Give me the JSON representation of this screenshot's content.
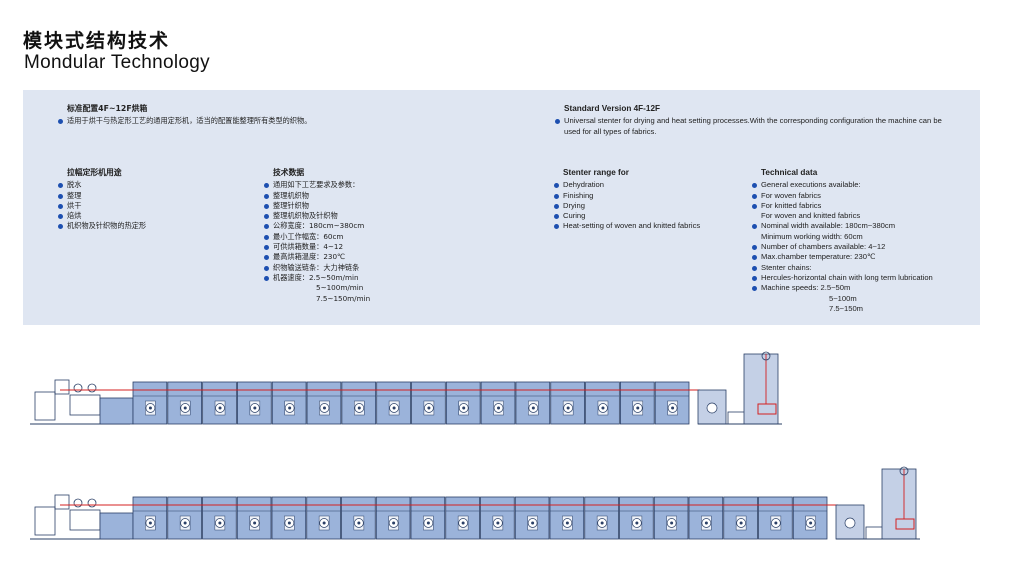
{
  "header": {
    "title_cn": "模块式结构技术",
    "title_en": "Mondular Technology"
  },
  "cn": {
    "standard": {
      "heading": "标准配置4F~12F烘箱",
      "items": [
        "适用于烘干与热定形工艺的通用定形机，适当的配置能整理所有类型的织物。"
      ]
    },
    "range": {
      "heading": "拉幅定形机用途",
      "items": [
        "脱水",
        "整理",
        "烘干",
        "焙烘",
        "机织物及针织物的热定形"
      ]
    },
    "tech": {
      "heading": "技术数据",
      "items": [
        {
          "text": "通用如下工艺要求及参数：",
          "bullet": true
        },
        {
          "text": "整理机织物",
          "bullet": true
        },
        {
          "text": "整理针织物",
          "bullet": true
        },
        {
          "text": "整理机织物及针织物",
          "bullet": true
        },
        {
          "text": "公称宽度：180cm~380cm",
          "bullet": true
        },
        {
          "text": "最小工作幅宽：60cm",
          "bullet": true
        },
        {
          "text": "可供烘箱数量：4~12",
          "bullet": true
        },
        {
          "text": "最高烘箱温度：230℃",
          "bullet": true
        },
        {
          "text": "织物输送链条：大力神链条",
          "bullet": true
        },
        {
          "text": "机器速度：2.5~50m/min",
          "bullet": true
        },
        {
          "text": "5~100m/min",
          "bullet": false
        },
        {
          "text": "7.5~150m/min",
          "bullet": false
        }
      ]
    }
  },
  "en": {
    "standard": {
      "heading": "Standard Version 4F-12F",
      "items": [
        "Universal stenter for drying and heat setting processes.With the corresponding configuration the machine can be used for all types of fabrics."
      ]
    },
    "range": {
      "heading": "Stenter range for",
      "items": [
        "Dehydration",
        "Finishing",
        "Drying",
        "Curing",
        "Heat-setting of woven and knitted fabrics"
      ]
    },
    "tech": {
      "heading": "Technical data",
      "items": [
        {
          "text": "General executions available:",
          "bullet": true
        },
        {
          "text": "For woven fabrics",
          "bullet": true
        },
        {
          "text": "For knitted fabrics",
          "bullet": true
        },
        {
          "text": "For woven and knitted fabrics",
          "bullet": false
        },
        {
          "text": "Nominal width available: 180cm~380cm",
          "bullet": true
        },
        {
          "text": "Minimum working width: 60cm",
          "bullet": false
        },
        {
          "text": "Number of chambers available: 4~12",
          "bullet": true
        },
        {
          "text": "Max.chamber temperature: 230℃",
          "bullet": true
        },
        {
          "text": "Stenter chains:",
          "bullet": true
        },
        {
          "text": "Hercules-horizontal chain with long term lubrication",
          "bullet": true
        },
        {
          "text": "Machine speeds: 2.5~50m",
          "bullet": true
        },
        {
          "text": "5~100m",
          "bullet": false
        },
        {
          "text": "7.5~150m",
          "bullet": false
        }
      ]
    }
  },
  "diagrams": {
    "machine_top": {
      "chambers": 16
    },
    "machine_bottom": {
      "chambers": 20
    }
  },
  "colors": {
    "panel": "#dfe6f2",
    "chamber_fill": "#9bb3da",
    "outline": "#2a3f66",
    "fabric_line": "#d42020",
    "bullet": "#1d4fb0"
  }
}
